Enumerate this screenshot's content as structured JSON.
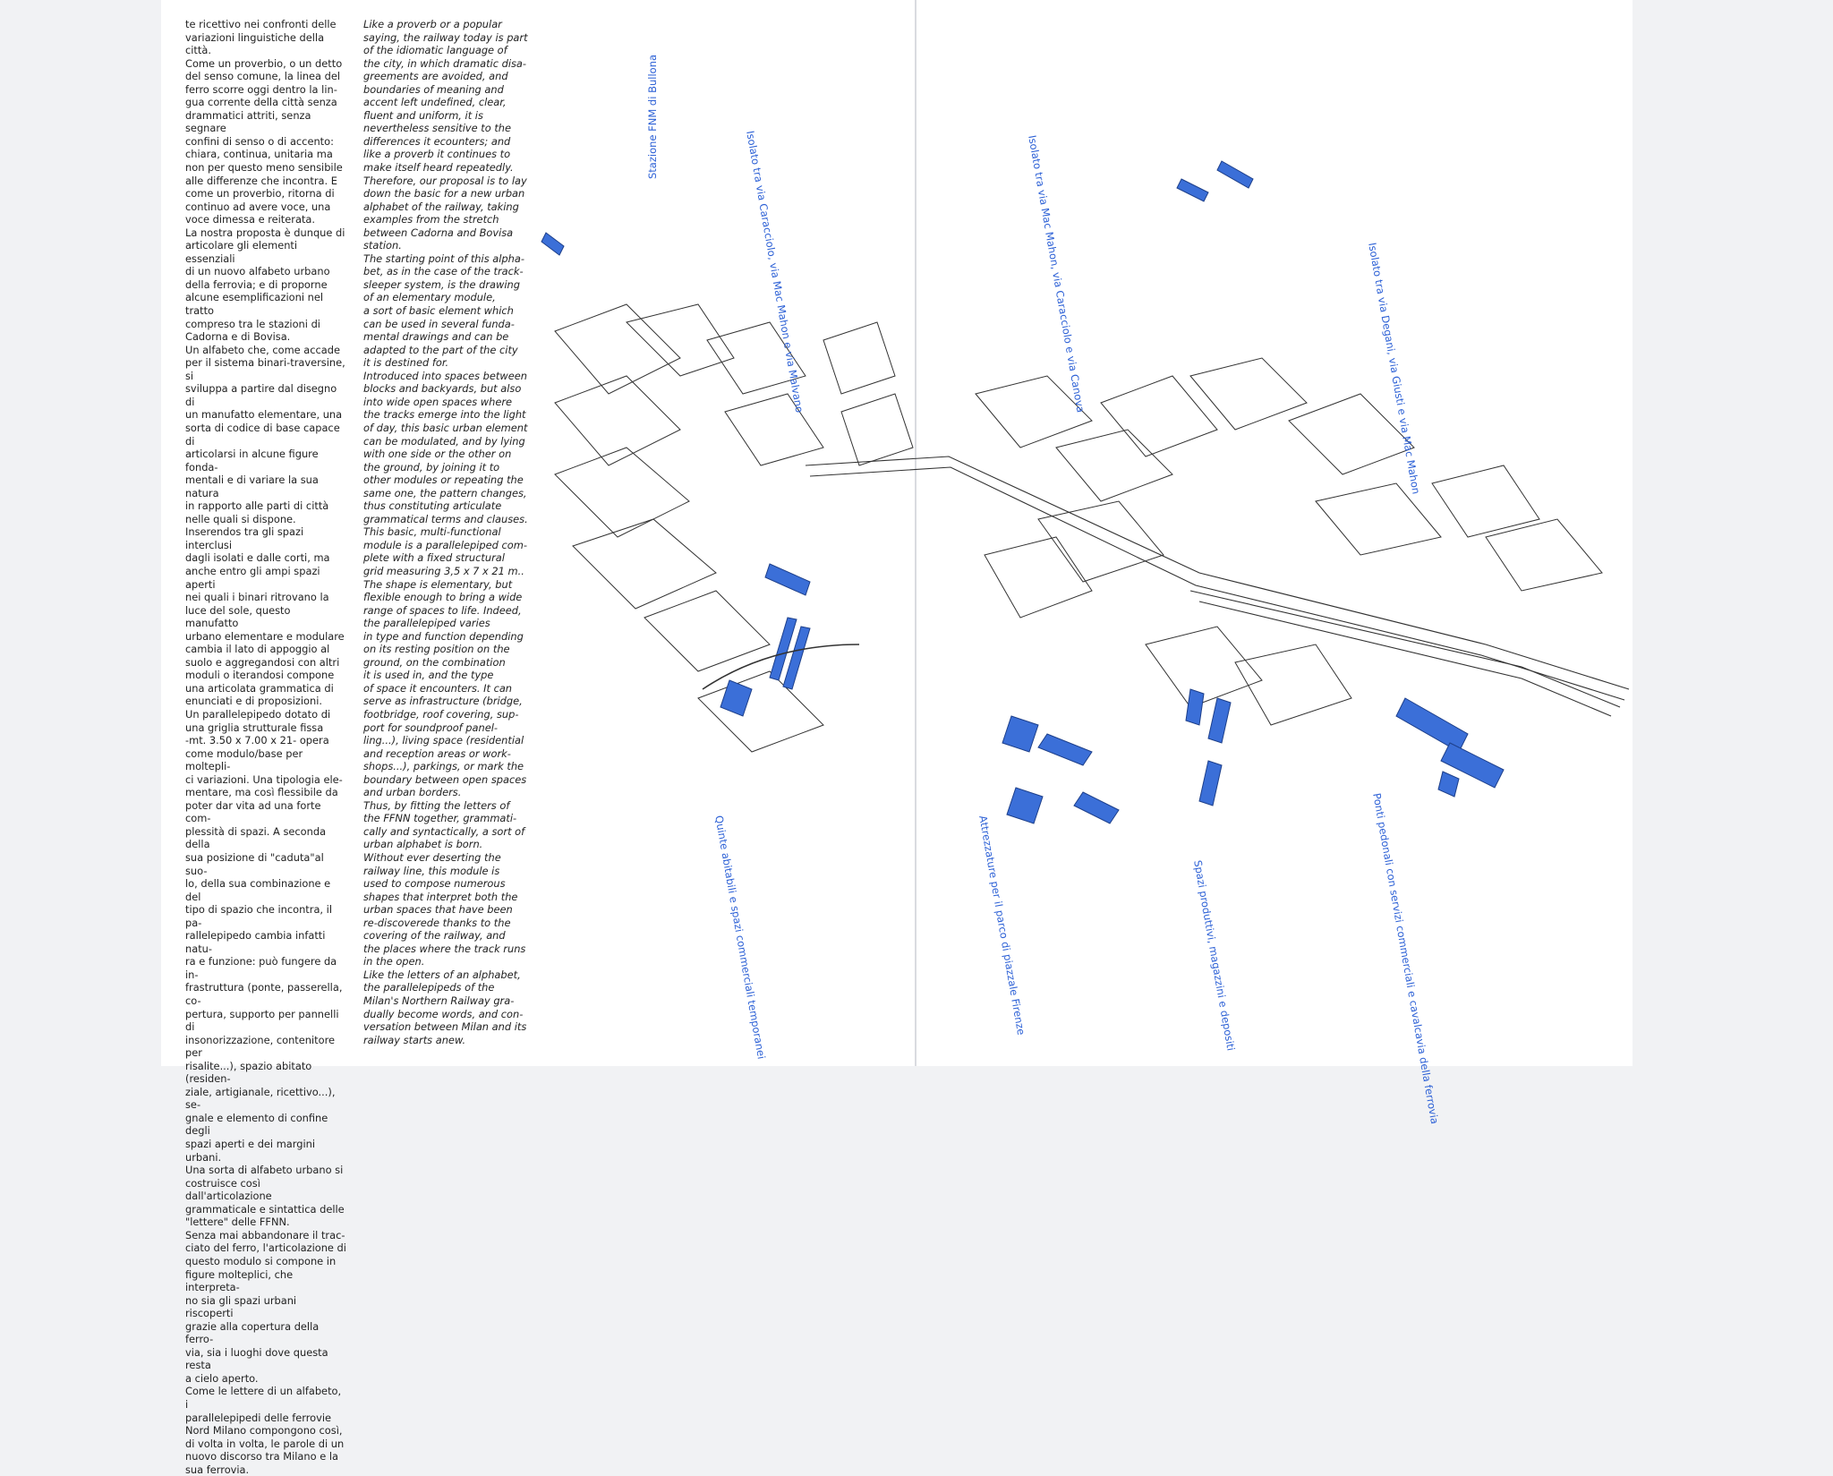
{
  "italian_text": "te ricettivo nei confronti delle\nvariazioni linguistiche della città.\nCome un proverbio, o un detto\ndel senso comune, la linea del\nferro scorre oggi dentro la lin-\ngua corrente della città senza\ndrammatici attriti, senza segnare\nconfini di senso o di accento:\nchiara, continua, unitaria ma\nnon per questo meno sensibile\nalle differenze che incontra. E\ncome un proverbio, ritorna di\ncontinuo ad avere voce, una\nvoce dimessa e reiterata.\nLa nostra proposta è dunque di\narticolare gli elementi essenziali\ndi un nuovo alfabeto urbano\ndella ferrovia; e di proporne\nalcune esemplificazioni nel tratto\ncompreso tra le stazioni di\nCadorna e di Bovisa.\nUn alfabeto che, come accade\nper il sistema binari-traversine, si\nsviluppa a partire dal disegno di\nun manufatto elementare, una\nsorta di codice di base capace di\narticolarsi in alcune figure fonda-\nmentali e di variare la sua natura\nin rapporto alle parti di città\nnelle quali si dispone.\nInserendos tra gli spazi interclusi\ndagli isolati e dalle corti, ma\nanche entro gli ampi spazi aperti\nnei quali i binari ritrovano la\nluce del sole, questo manufatto\nurbano elementare e modulare\ncambia il lato di appoggio al\nsuolo e aggregandosi con altri\nmoduli o iterandosi compone\nuna articolata grammatica di\nenunciati e di proposizioni.\nUn parallelepipedo dotato di\nuna griglia strutturale fissa\n-mt. 3.50 x 7.00 x 21-  opera\ncome modulo/base per moltepli-\nci variazioni. Una tipologia ele-\nmentare, ma così flessibile da\npoter dar vita ad una forte com-\nplessità di spazi. A seconda della\nsua posizione di \"caduta\"al suo-\nlo, della sua combinazione e del\ntipo di spazio che incontra, il pa-\nrallelepipedo cambia infatti natu-\nra e funzione: può fungere da in-\nfrastruttura (ponte, passerella, co-\npertura, supporto per pannelli di\ninsonorizzazione, contenitore per\nrisalite...), spazio abitato (residen-\nziale, artigianale, ricettivo...), se-\ngnale e elemento di confine degli\nspazi aperti e dei margini urbani.\nUna sorta di alfabeto urbano si\ncostruisce così dall'articolazione\ngrammaticale e sintattica delle\n\"lettere\" delle FFNN.\nSenza mai abbandonare il trac-\nciato del ferro, l'articolazione di\nquesto modulo si compone in\nfigure molteplici, che interpreta-\nno sia gli spazi urbani riscoperti\ngrazie alla copertura della ferro-\nvia, sia i luoghi dove questa resta\na cielo aperto.\nCome le lettere di un alfabeto, i\nparallelepipedi delle ferrovie\nNord Milano compongono così,\ndi volta in volta, le parole di un\nnuovo discorso tra Milano e la\nsua ferrovia.",
  "english_text": "Like a proverb or a popular\nsaying, the railway today is part\nof the idiomatic language of\nthe city, in which dramatic disa-\ngreements are avoided, and\nboundaries of meaning and\naccent left undefined, clear,\nfluent and uniform, it is\nnevertheless sensitive to the\ndifferences it ecounters; and\nlike a proverb it continues to\nmake itself heard repeatedly.\nTherefore, our proposal is to lay\ndown the basic for a new urban\nalphabet of the railway, taking\nexamples from the stretch\nbetween Cadorna and Bovisa\nstation.\nThe starting point of this alpha-\nbet, as in the case of the track-\nsleeper system, is the drawing\nof an elementary module,\na sort of basic element which\ncan be used in several funda-\nmental drawings and can be\nadapted to the part of the city\nit is destined for.\nIntroduced into spaces between\nblocks and backyards, but also\ninto wide open spaces where\nthe tracks emerge into the light\nof day, this basic urban element\ncan be modulated, and by lying\nwith one side or the other on\nthe ground, by joining it to\nother modules or repeating the\nsame one, the pattern changes,\nthus constituting articulate\ngrammatical terms and clauses.\nThis basic, multi-functional\nmodule is a parallelepiped com-\nplete with a fixed structural\ngrid measuring 3,5 x 7 x 21 m..\nThe shape is elementary, but\nflexible enough to bring a wide\nrange of spaces to life. Indeed,\nthe parallelepiped varies\nin type and function depending\non its resting position on the\nground, on the combination\nit is used in, and the type\nof space it encounters.  It can\nserve as infrastructure (bridge,\nfootbridge, roof covering, sup-\nport for soundproof panel-\nling...), living space (residential\nand reception areas or work-\nshops...), parkings, or mark the\nboundary between open spaces\nand urban borders.\nThus, by fitting the letters of\nthe FFNN together, grammati-\ncally and syntactically, a sort of\nurban alphabet is born.\nWithout ever deserting the\nrailway line, this module is\nused to compose numerous\nshapes that interpret both the\nurban spaces that have been\nre-discoverede thanks to the\ncovering of the railway, and\nthe places where the track runs\nin the open.\nLike the letters of an alphabet,\nthe parallelepipeds of the\nMilan's Northern Railway gra-\ndually become words, and con-\nversation between Milan and its\nrailway starts anew.",
  "captions": {
    "c1": "Stazione FNM di Bullona",
    "c2": "Isolato tra via Caracciolo, via Mac Mahon e via Malvano",
    "c3": "Isolato tra via Mac Mahon, via Caracciolo e via Canova",
    "c4": "Isolato tra via Degani, via Giusti e via Mac Mahon",
    "c5": "Quinte abitabili e spazi commerciali temporanei",
    "c6": "Attrezzature per il parco di piazzale Firenze",
    "c7": "Spazi produttivi, magazzini e depositi",
    "c8": "Ponti pedonali con servizi commerciali e cavalcavia della ferrovia"
  },
  "colors": {
    "accent_blue": "#3b6fd8",
    "caption_blue": "#2d61d6",
    "ink": "#222222",
    "paper": "#ffffff",
    "background": "#f1f2f4"
  }
}
